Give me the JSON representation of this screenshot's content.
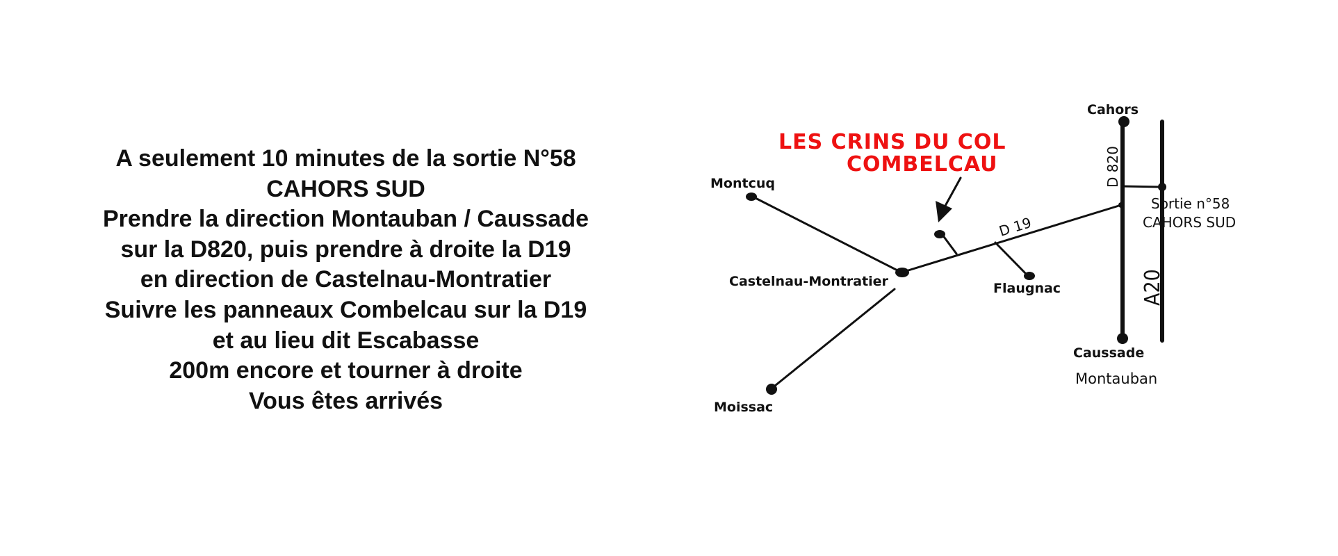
{
  "directions": [
    "A seulement 10 minutes de la sortie N°58",
    "CAHORS SUD",
    "Prendre la direction Montauban / Caussade",
    "sur la D820, puis prendre à droite la D19",
    "en direction de Castelnau-Montratier",
    "Suivre les panneaux Combelcau sur la D19",
    "et au lieu dit Escabasse",
    "200m encore et tourner à droite",
    "Vous êtes arrivés"
  ],
  "map": {
    "destination": {
      "line1": "LES CRINS DU COL",
      "line2": "COMBELCAU"
    },
    "places": {
      "cahors": "Cahors",
      "montcuq": "Montcuq",
      "castelnau": "Castelnau-Montratier",
      "flaugnac": "Flaugnac",
      "moissac": "Moissac",
      "caussade": "Caussade",
      "montauban": "Montauban"
    },
    "roads": {
      "d820": "D 820",
      "d19": "D 19",
      "a20": "A20"
    },
    "exit": {
      "line1": "Sortie n°58",
      "line2": "CAHORS SUD"
    },
    "colors": {
      "destination": "#ee1111",
      "roads": "#111111"
    }
  }
}
